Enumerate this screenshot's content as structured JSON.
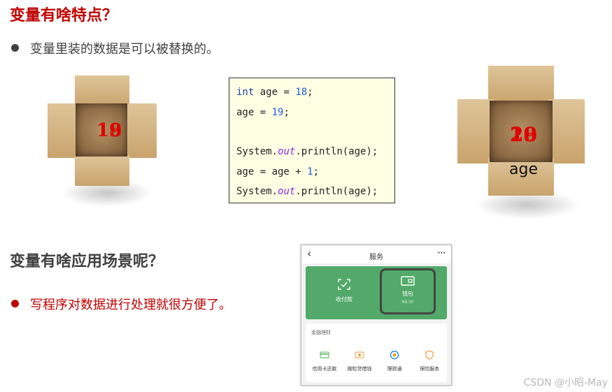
{
  "section1": {
    "title": "变量有啥特点？",
    "bullet": "变量里装的数据是可以被替换的。"
  },
  "box_left": {
    "values": [
      "18",
      "19"
    ]
  },
  "box_right": {
    "values": [
      "18",
      "19",
      "20"
    ],
    "label": "age"
  },
  "code": {
    "line1": {
      "kw": "int",
      "rest": " age = ",
      "num": "18",
      "end": ";"
    },
    "line2": {
      "rest": "age = ",
      "num": "19",
      "end": ";"
    },
    "line3": {
      "pre": "System.",
      "field": "out",
      "post": ".println(age);"
    },
    "line4": {
      "rest": "age = age + ",
      "num": "1",
      "end": ";"
    },
    "line5": {
      "pre": "System.",
      "field": "out",
      "post": ".println(age);"
    }
  },
  "section2": {
    "title": "变量有啥应用场景呢？",
    "bullet": "写程序对数据进行处理就很方便了。"
  },
  "phone": {
    "back": "‹",
    "title": "服务",
    "more": "···",
    "collect_label": "收付款",
    "wallet_label": "钱包",
    "wallet_amount": "¥9.50",
    "finance_title": "金融理财",
    "services": [
      "信用卡还款",
      "微粒贷借钱",
      "理财通",
      "保险服务"
    ]
  },
  "watermark": "CSDN @小昭-May",
  "colors": {
    "heading_red": "#c00000",
    "code_bg": "#ffffe4",
    "wechat_green": "#52a96a"
  }
}
